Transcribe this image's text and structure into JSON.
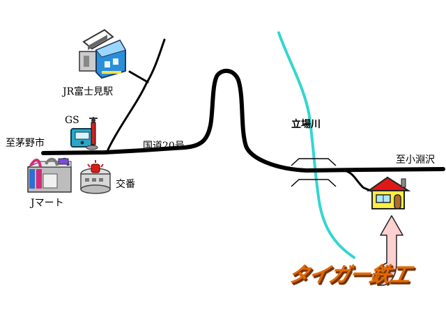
{
  "labels": {
    "jr_station": "JR富士見駅",
    "gas_station": "GS",
    "to_chino": "至茅野市",
    "route": "国道20号",
    "river": "立場川",
    "to_kobuchizawa": "至小淵沢",
    "j_mart": "Jマート",
    "police_box": "交番"
  },
  "brand": "タイガー鉄工",
  "colors": {
    "road": "#000000",
    "river": "#33d6d0",
    "arrow_fill": "#ffd0d0",
    "brand_text": "#e06a00",
    "house_roof": "#e01818",
    "house_wall": "#ffee44"
  },
  "icons": {
    "station": "train-station-icon",
    "gas_pump": "gas-pump-icon",
    "store": "convenience-store-icon",
    "police": "police-box-icon",
    "house": "house-icon",
    "arrow": "up-arrow-icon"
  }
}
